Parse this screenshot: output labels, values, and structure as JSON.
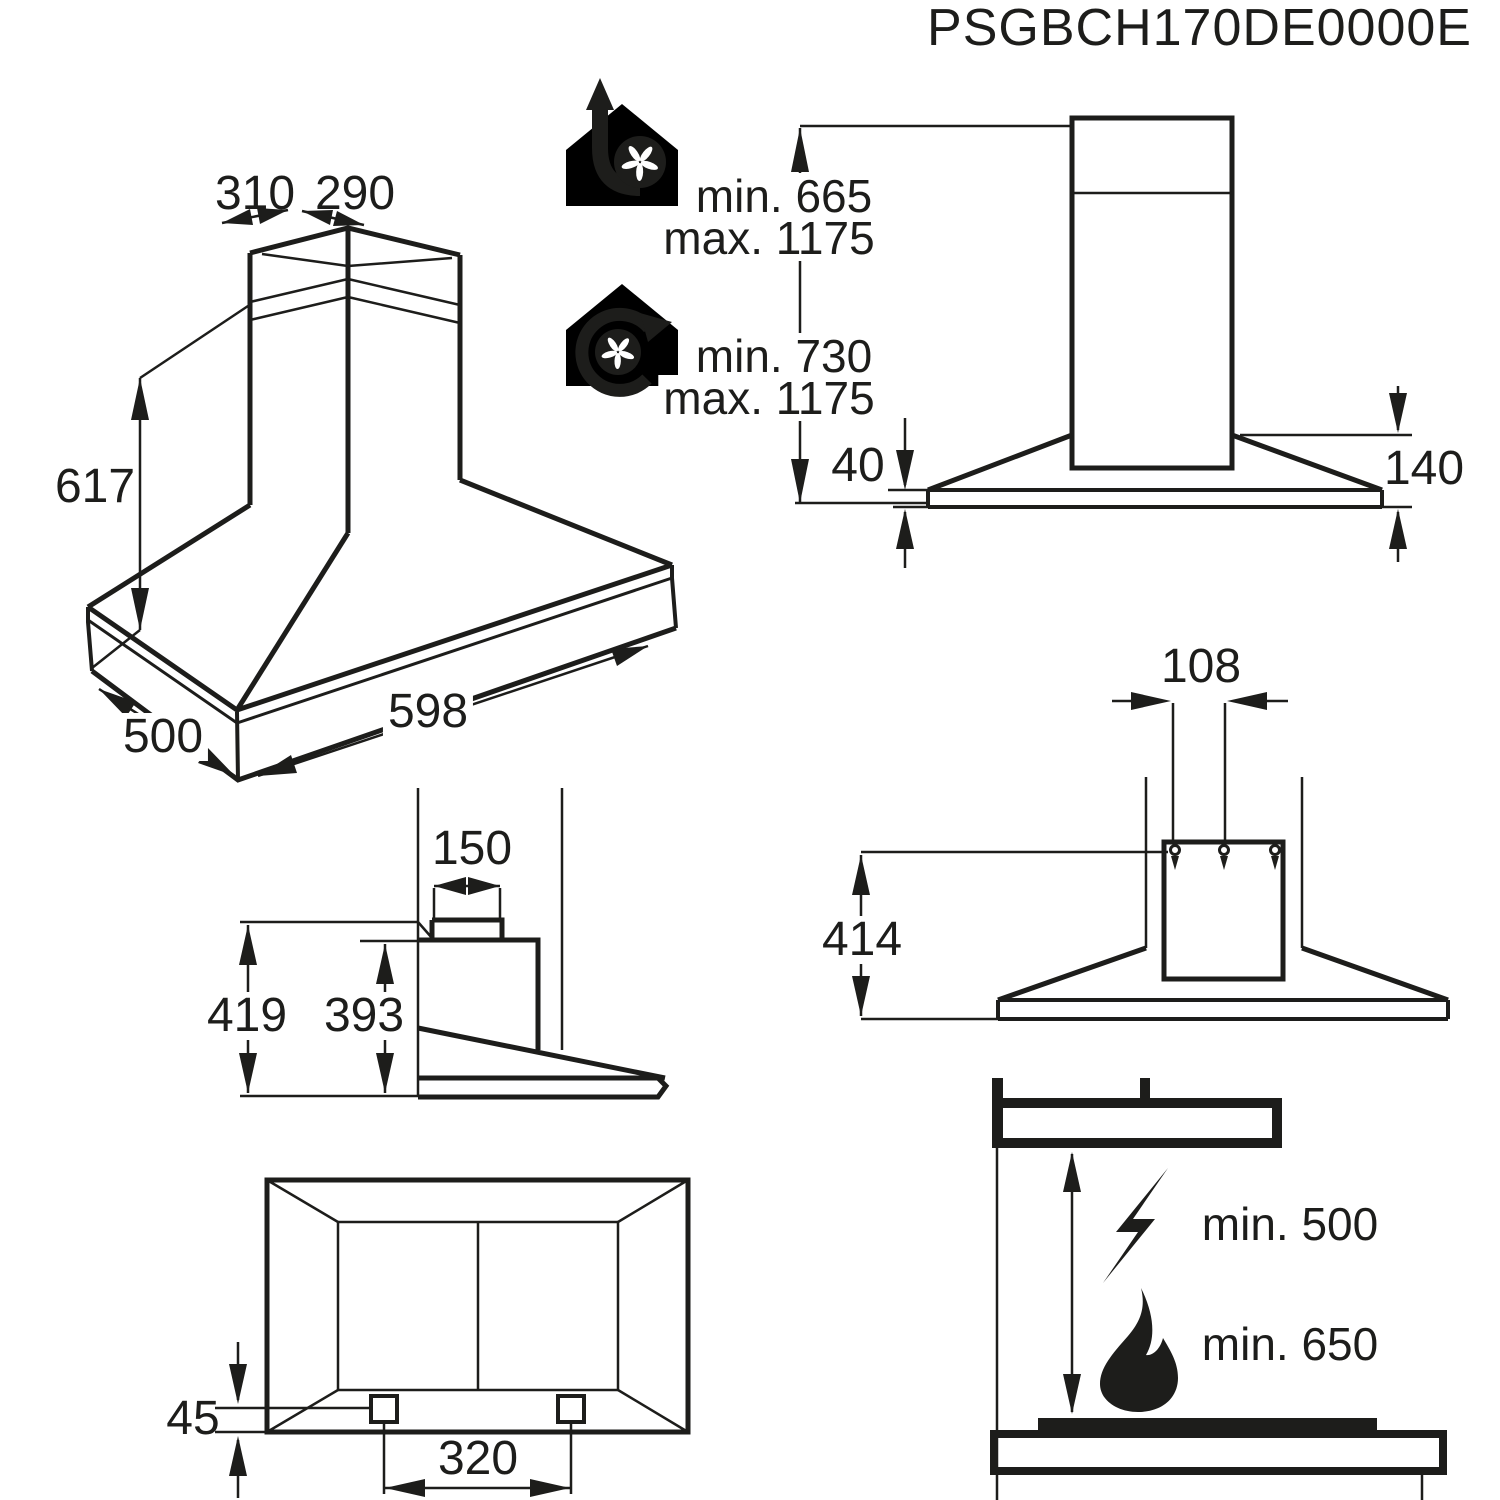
{
  "title": "PSGBCH170DE0000E",
  "colors": {
    "ink": "#1d1d1b",
    "paper": "#ffffff"
  },
  "perspective_view": {
    "dim_top_left_width": "310",
    "dim_top_right_width": "290",
    "dim_height": "617",
    "dim_depth": "500",
    "dim_width": "598"
  },
  "chimney_heights": {
    "extraction": {
      "icon": "house-exhaust-fan-icon",
      "min": "min. 665",
      "max": "max. 1175"
    },
    "recirculation": {
      "icon": "house-recirculation-fan-icon",
      "min": "min. 730",
      "max": "max. 1175"
    }
  },
  "side_view": {
    "dim_canopy_front_height": "40",
    "dim_canopy_total_height": "140"
  },
  "profile_view": {
    "dim_duct_depth": "150",
    "dim_total_height": "419",
    "dim_body_height": "393"
  },
  "front_view": {
    "dim_keyhole_spacing": "108",
    "dim_mounting_height": "414"
  },
  "bottom_view": {
    "dim_fixing_offset": "45",
    "dim_fixing_spacing": "320"
  },
  "clearance_view": {
    "electric_hob_clearance": "min. 500",
    "gas_hob_clearance": "min. 650",
    "icons": {
      "electric": "lightning-icon",
      "gas": "flame-icon"
    }
  }
}
